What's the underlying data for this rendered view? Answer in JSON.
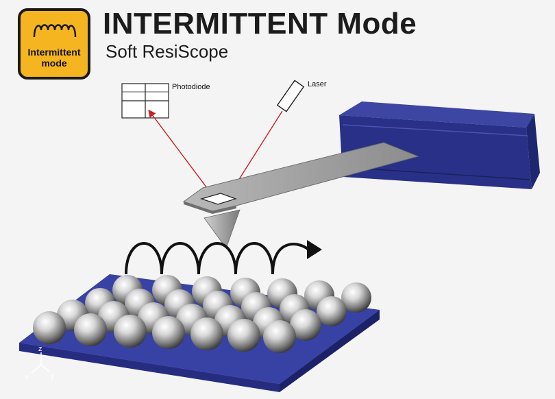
{
  "header": {
    "title": "INTERMITTENT Mode",
    "subtitle": "Soft ResiScope"
  },
  "badge": {
    "label_line1": "Intermittent",
    "label_line2": "mode",
    "icon": "wave-icon",
    "color": "#f5b521"
  },
  "diagram": {
    "photodiode_label": "Photodiode",
    "laser_label": "Laser",
    "axis_x": "x",
    "axis_y": "y",
    "axis_z": "z",
    "colors": {
      "beam": "#cc1f1f",
      "holder": "#2c3590",
      "substrate": "#2c3590",
      "cantilever": "#9a9a9a"
    }
  }
}
